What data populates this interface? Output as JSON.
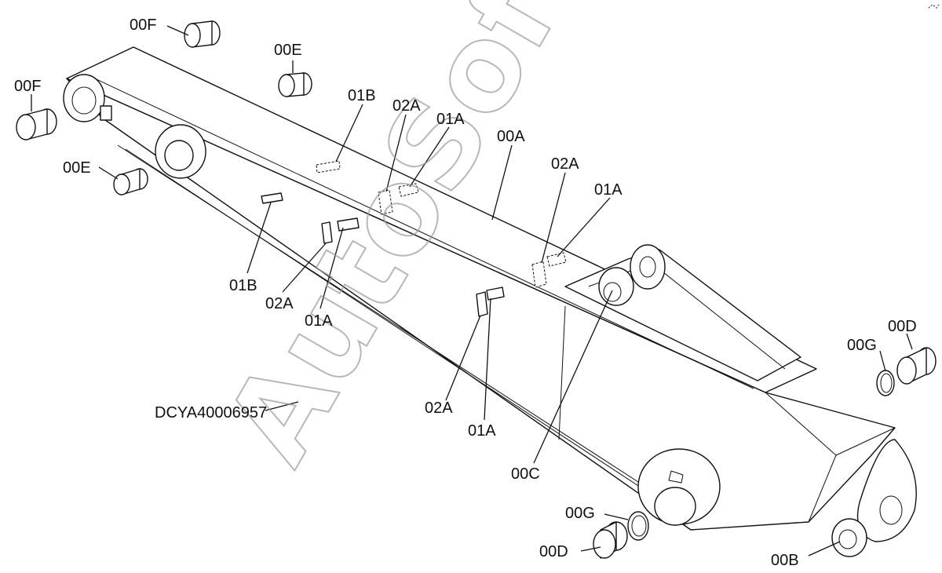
{
  "drawing_id": "DCYA40006957",
  "watermark": "AutoSoft",
  "labels": {
    "f_top": "00F",
    "e_top": "00E",
    "f_left": "00F",
    "e_left": "00E",
    "b_01_top": "01B",
    "a_02_top": "02A",
    "a_01_top": "01A",
    "a_00": "00A",
    "a_02_right": "02A",
    "a_01_right": "01A",
    "b_01_low": "01B",
    "a_02_low": "02A",
    "a_01_low": "01A",
    "a_02_bottom": "02A",
    "a_01_bottom": "01A",
    "c_00": "00C",
    "g_right": "00G",
    "d_right": "00D",
    "g_bottom": "00G",
    "d_bottom": "00D",
    "b_00": "00B"
  }
}
